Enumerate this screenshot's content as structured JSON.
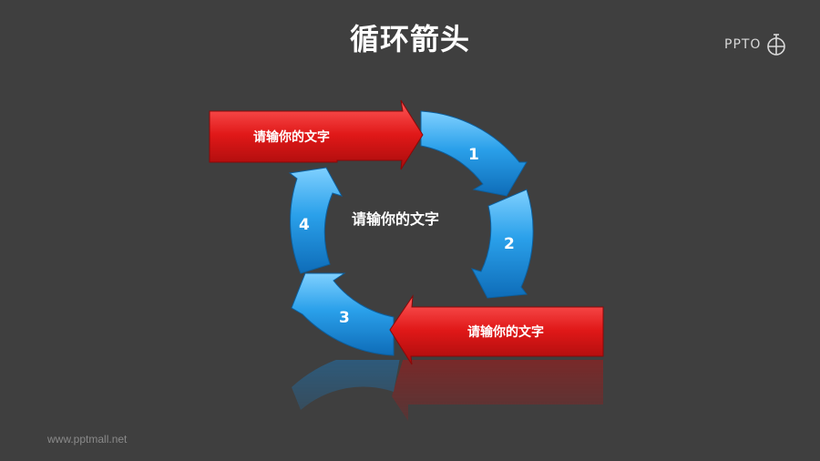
{
  "header": {
    "title": "循环箭头"
  },
  "logo": {
    "text": "PPTO"
  },
  "diagram": {
    "center_text": "请输你的文字",
    "segments": [
      {
        "number": "1"
      },
      {
        "number": "2"
      },
      {
        "number": "3"
      },
      {
        "number": "4"
      }
    ],
    "red_arrows": [
      {
        "label": "请输你的文字"
      },
      {
        "label": "请输你的文字"
      }
    ],
    "colors": {
      "blue": "#2a9be0",
      "red": "#e01818",
      "background": "#3f3f3f"
    }
  },
  "footer": {
    "watermark": "www.pptmall.net"
  }
}
